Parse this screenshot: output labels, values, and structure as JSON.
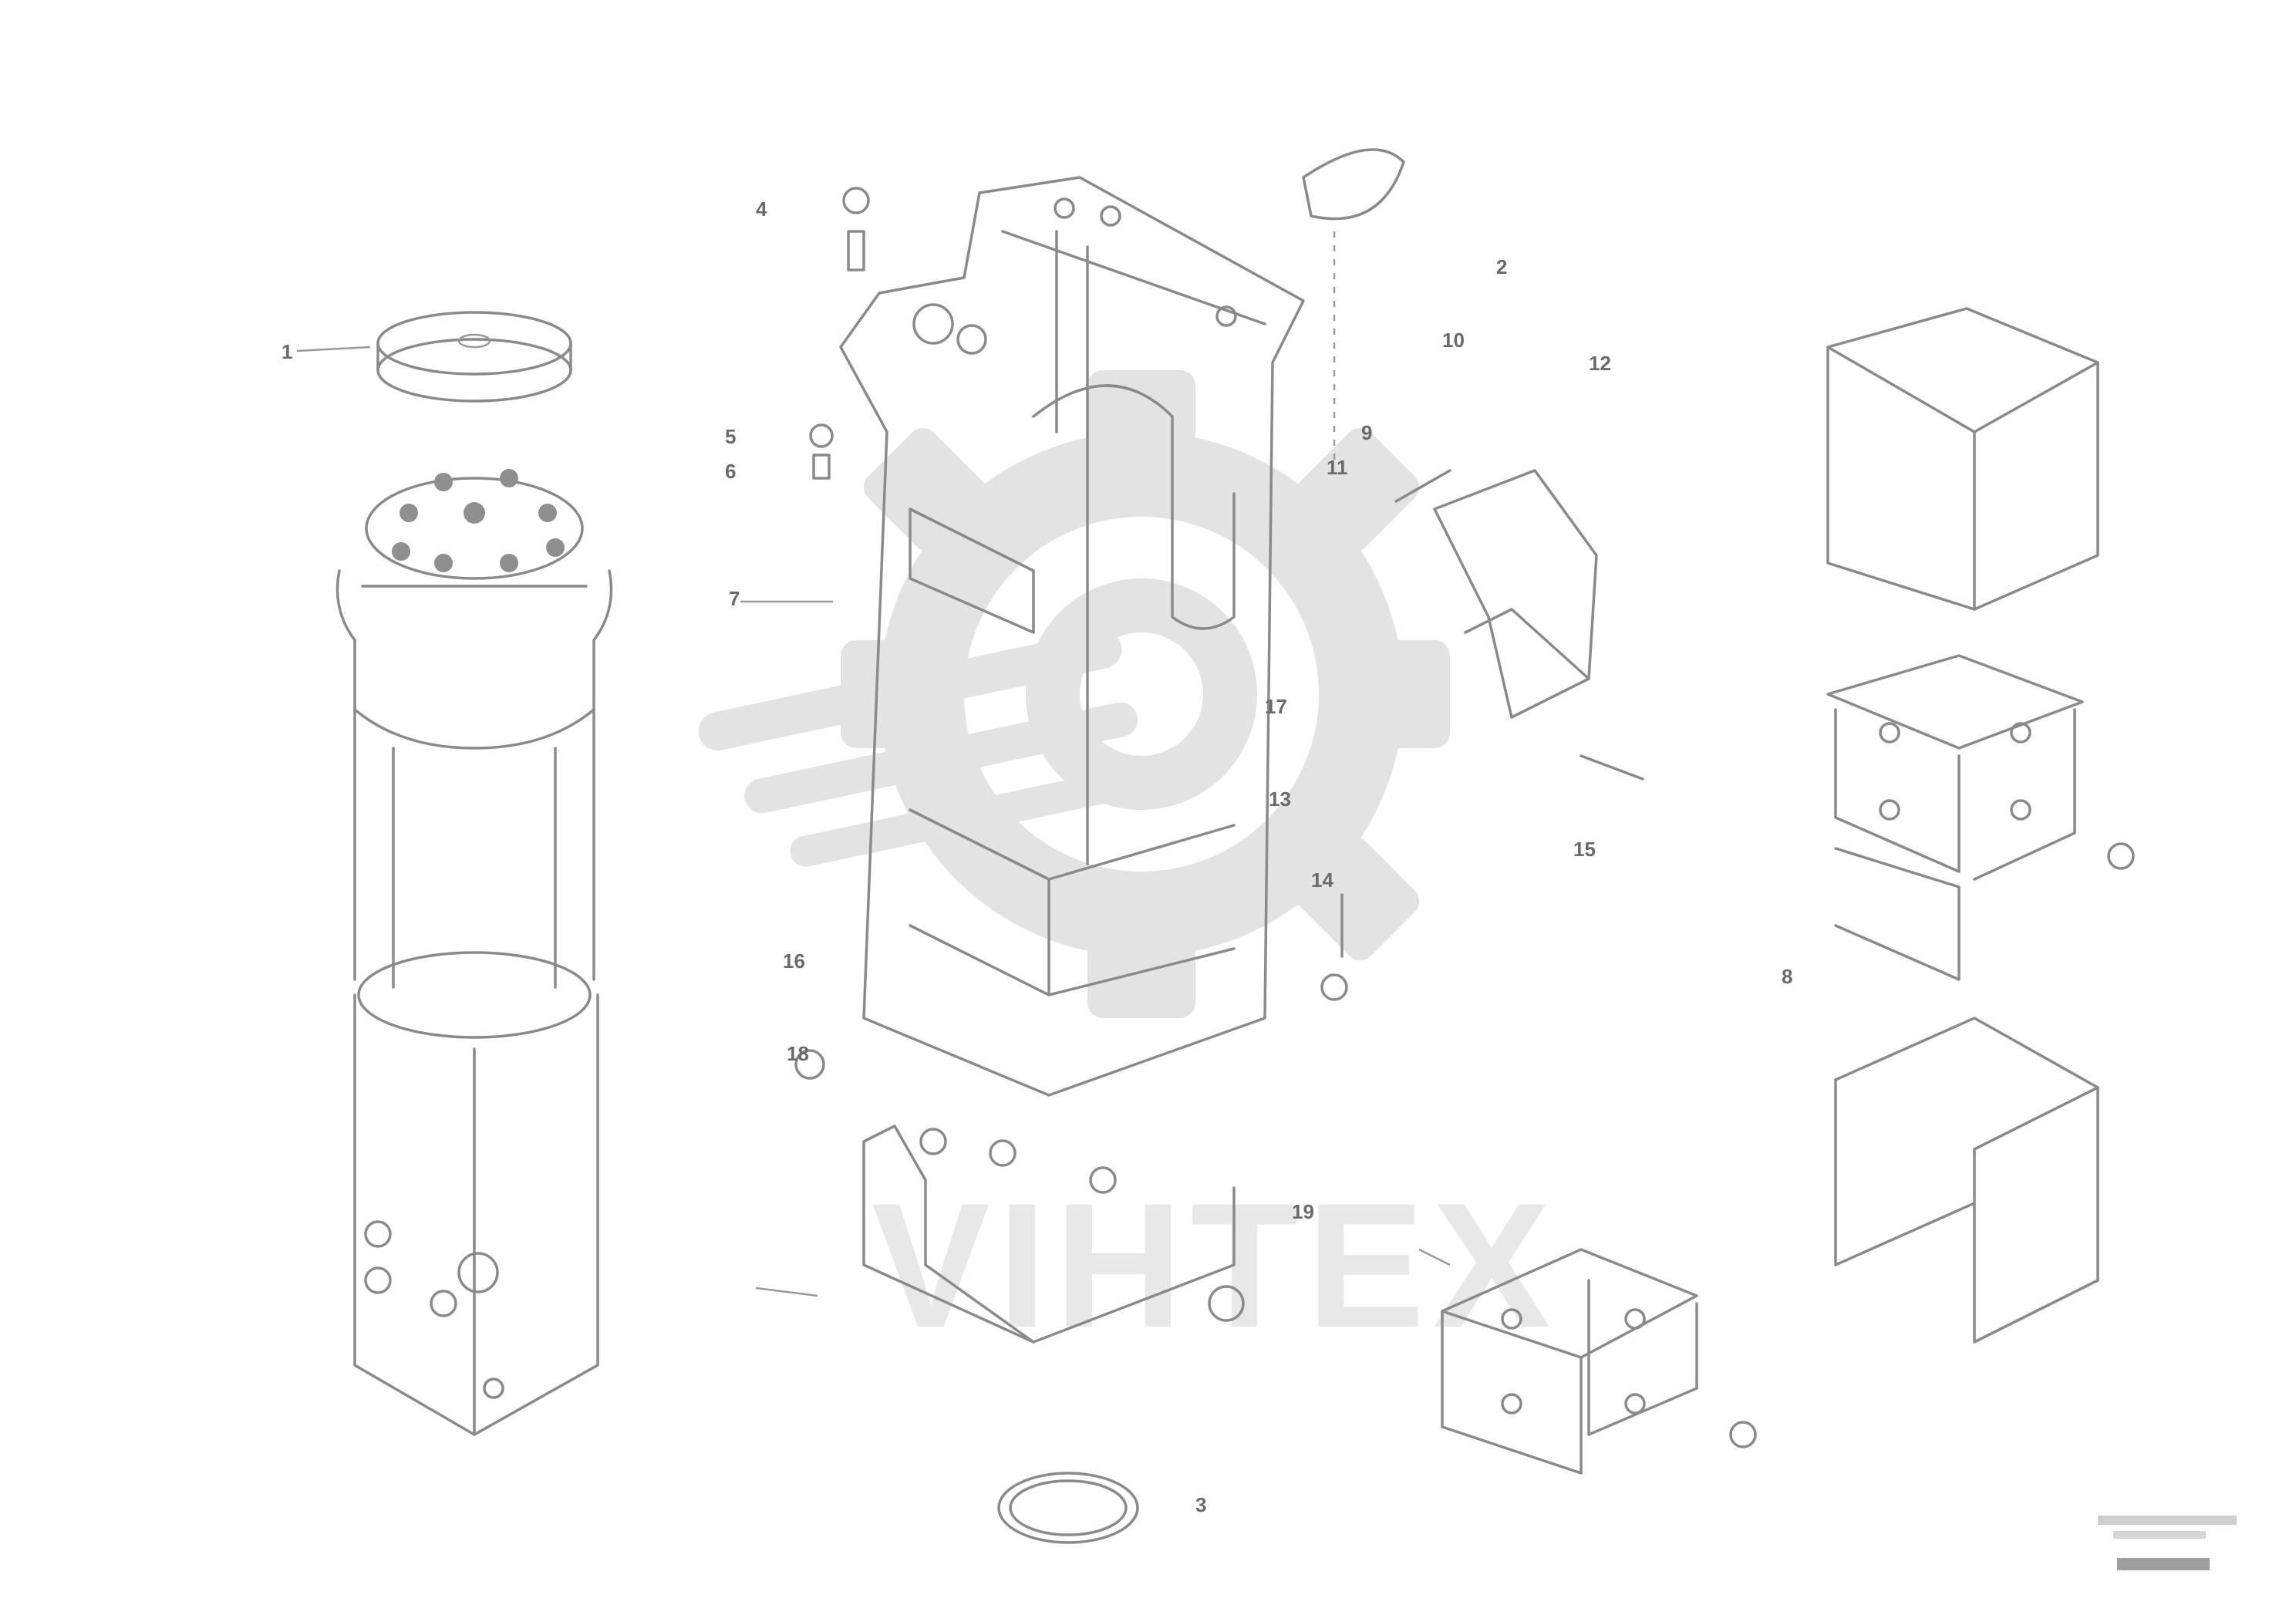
{
  "watermark": {
    "text": "VIHTEX"
  },
  "callouts": [
    {
      "id": "c1",
      "text": "1"
    },
    {
      "id": "c2",
      "text": "2"
    },
    {
      "id": "c3",
      "text": "3"
    },
    {
      "id": "c4",
      "text": "4"
    },
    {
      "id": "c5",
      "text": "5"
    },
    {
      "id": "c6",
      "text": "6"
    },
    {
      "id": "c7",
      "text": "7"
    },
    {
      "id": "c8",
      "text": "8"
    },
    {
      "id": "c9",
      "text": "9"
    },
    {
      "id": "c10",
      "text": "10"
    },
    {
      "id": "c11",
      "text": "11"
    },
    {
      "id": "c12",
      "text": "12"
    },
    {
      "id": "c13",
      "text": "13"
    },
    {
      "id": "c14",
      "text": "14"
    },
    {
      "id": "c15",
      "text": "15"
    },
    {
      "id": "c16",
      "text": "16"
    },
    {
      "id": "c17",
      "text": "17"
    },
    {
      "id": "c18",
      "text": "18"
    },
    {
      "id": "c19",
      "text": "19"
    }
  ],
  "drawing_code": {
    "line1": "",
    "line2": ""
  }
}
